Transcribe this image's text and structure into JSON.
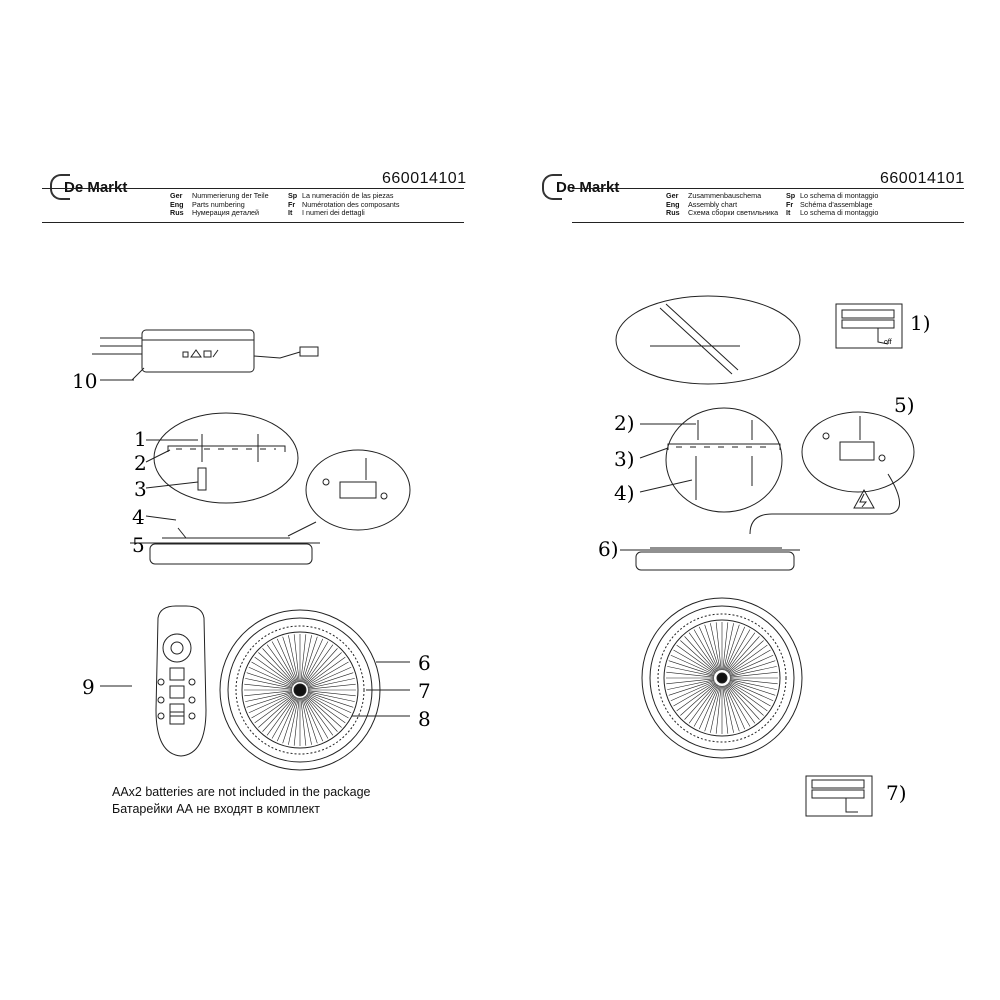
{
  "brand": {
    "name": "De Markt"
  },
  "left": {
    "doc_number": "660014101",
    "languages": [
      {
        "code": "Ger",
        "text": "Nummerierung der Teile"
      },
      {
        "code": "Eng",
        "text": "Parts numbering"
      },
      {
        "code": "Rus",
        "text": "Нумерация деталей"
      },
      {
        "code": "Sp",
        "text": "La numeración de las piezas"
      },
      {
        "code": "Fr",
        "text": "Numérotation des composants"
      },
      {
        "code": "It",
        "text": "I numeri dei dettagli"
      }
    ],
    "callouts": [
      "1",
      "2",
      "3",
      "4",
      "5",
      "6",
      "7",
      "8",
      "9",
      "10"
    ],
    "notes": [
      "AAx2 batteries are not included in the package",
      "Батарейки АА не входят в комплект"
    ]
  },
  "right": {
    "doc_number": "660014101",
    "languages": [
      {
        "code": "Ger",
        "text": "Zusammenbauschema"
      },
      {
        "code": "Eng",
        "text": "Assembly chart"
      },
      {
        "code": "Rus",
        "text": "Схема сборки светильника"
      },
      {
        "code": "Sp",
        "text": "Lo schema di montaggio"
      },
      {
        "code": "Fr",
        "text": "Schéma d'assemblage"
      },
      {
        "code": "It",
        "text": "Lo schema di montaggio"
      }
    ],
    "callouts": [
      "1)",
      "2)",
      "3)",
      "4)",
      "5)",
      "6)",
      "7)"
    ],
    "switch_label": "off"
  }
}
